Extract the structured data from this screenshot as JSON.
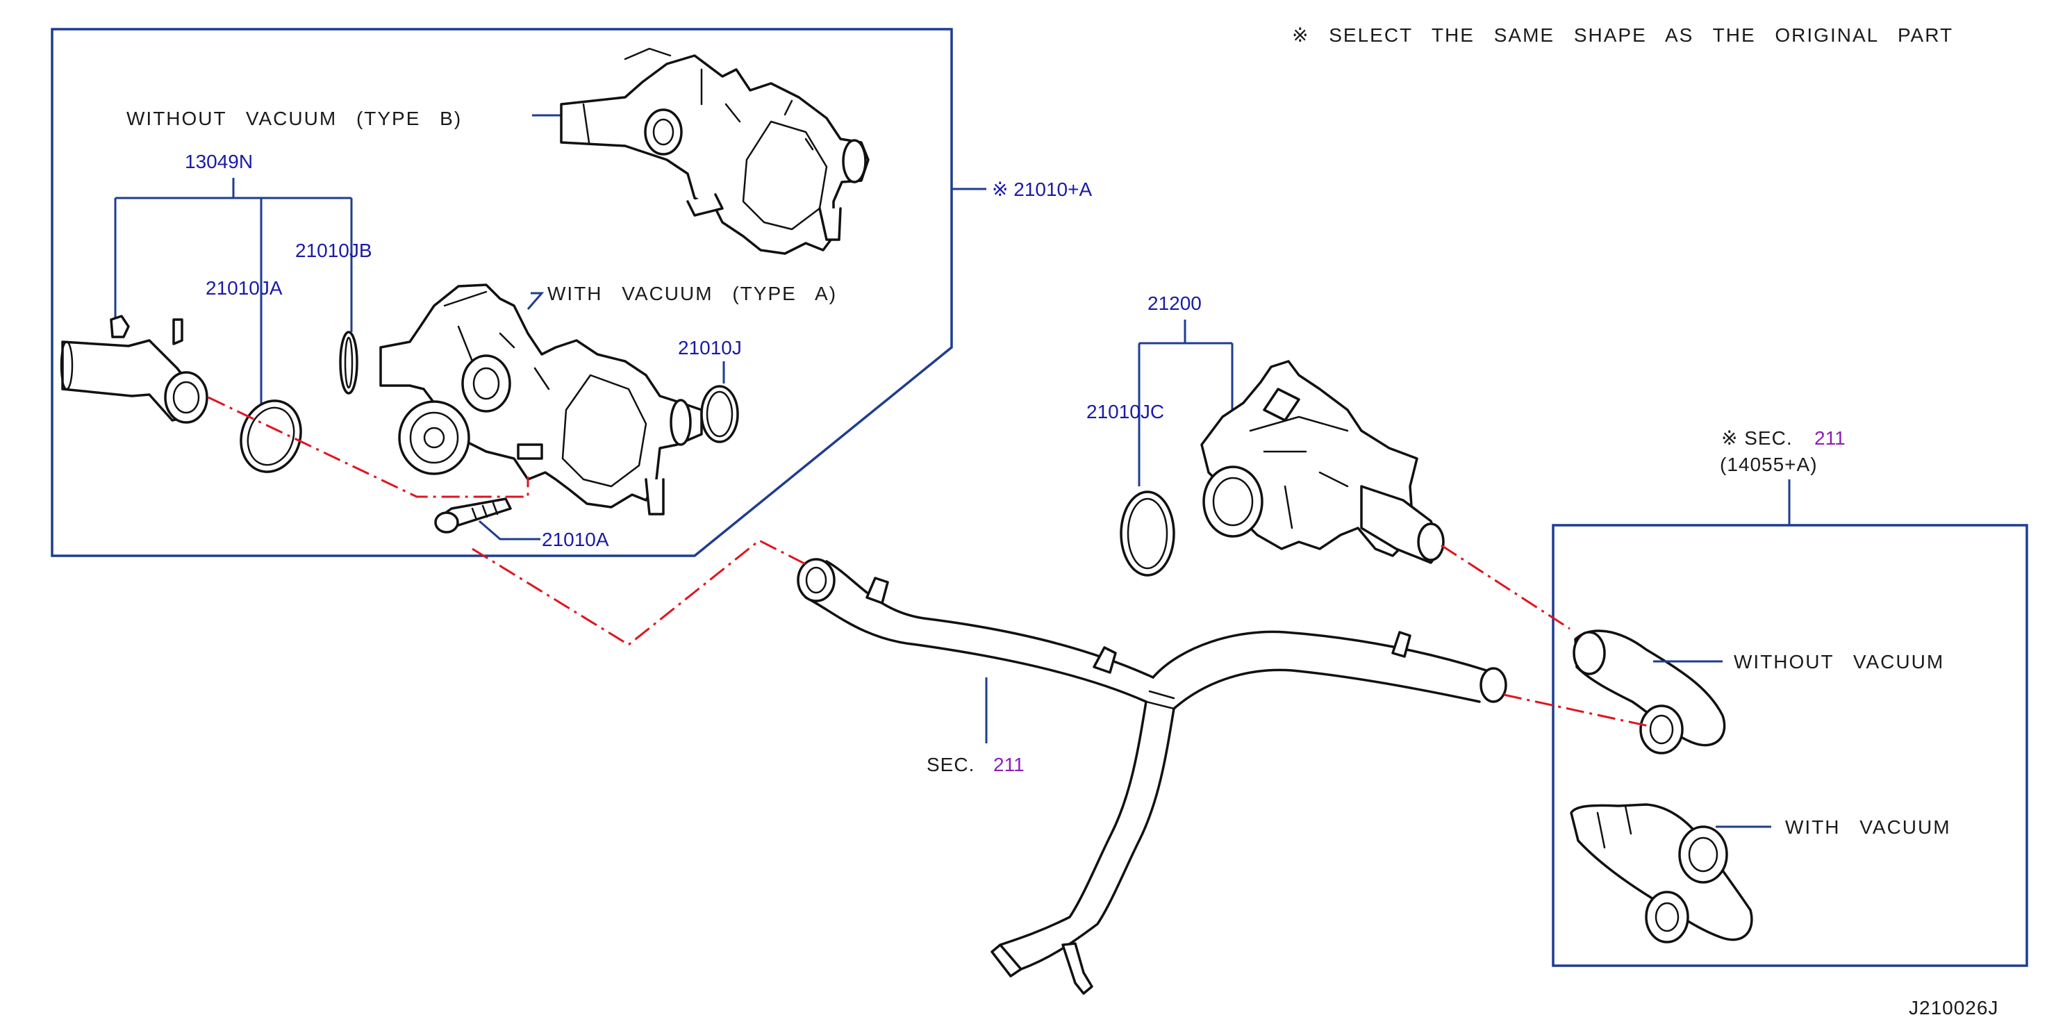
{
  "header": {
    "note": "※ SELECT THE SAME SHAPE AS THE ORIGINAL PART"
  },
  "left_group": {
    "without_vacuum_type_b": "WITHOUT VACUUM (TYPE B)",
    "with_vacuum_type_a": "WITH VACUUM (TYPE A)",
    "group_ref": "※ 21010+A"
  },
  "part_numbers": {
    "p13049N": "13049N",
    "p21010JB": "21010JB",
    "p21010JA": "21010JA",
    "p21010J": "21010J",
    "p21010A": "21010A",
    "p21200": "21200",
    "p21010JC": "21010JC"
  },
  "section_refs": {
    "pipe_sec_label": "SEC.",
    "pipe_sec_num": "211",
    "right_sec_label": "※ SEC.",
    "right_sec_num": "211",
    "right_sec_sub": "(14055+A)"
  },
  "right_group": {
    "without_vacuum": "WITHOUT VACUUM",
    "with_vacuum": "WITH VACUUM"
  },
  "footer": {
    "diagram_code": "J210026J"
  },
  "colors": {
    "leader_blue": "#1f3d8f",
    "part_number_blue": "#1a1aa8",
    "section_purple": "#8b1fb8",
    "dashdot_red": "#e0141e"
  }
}
